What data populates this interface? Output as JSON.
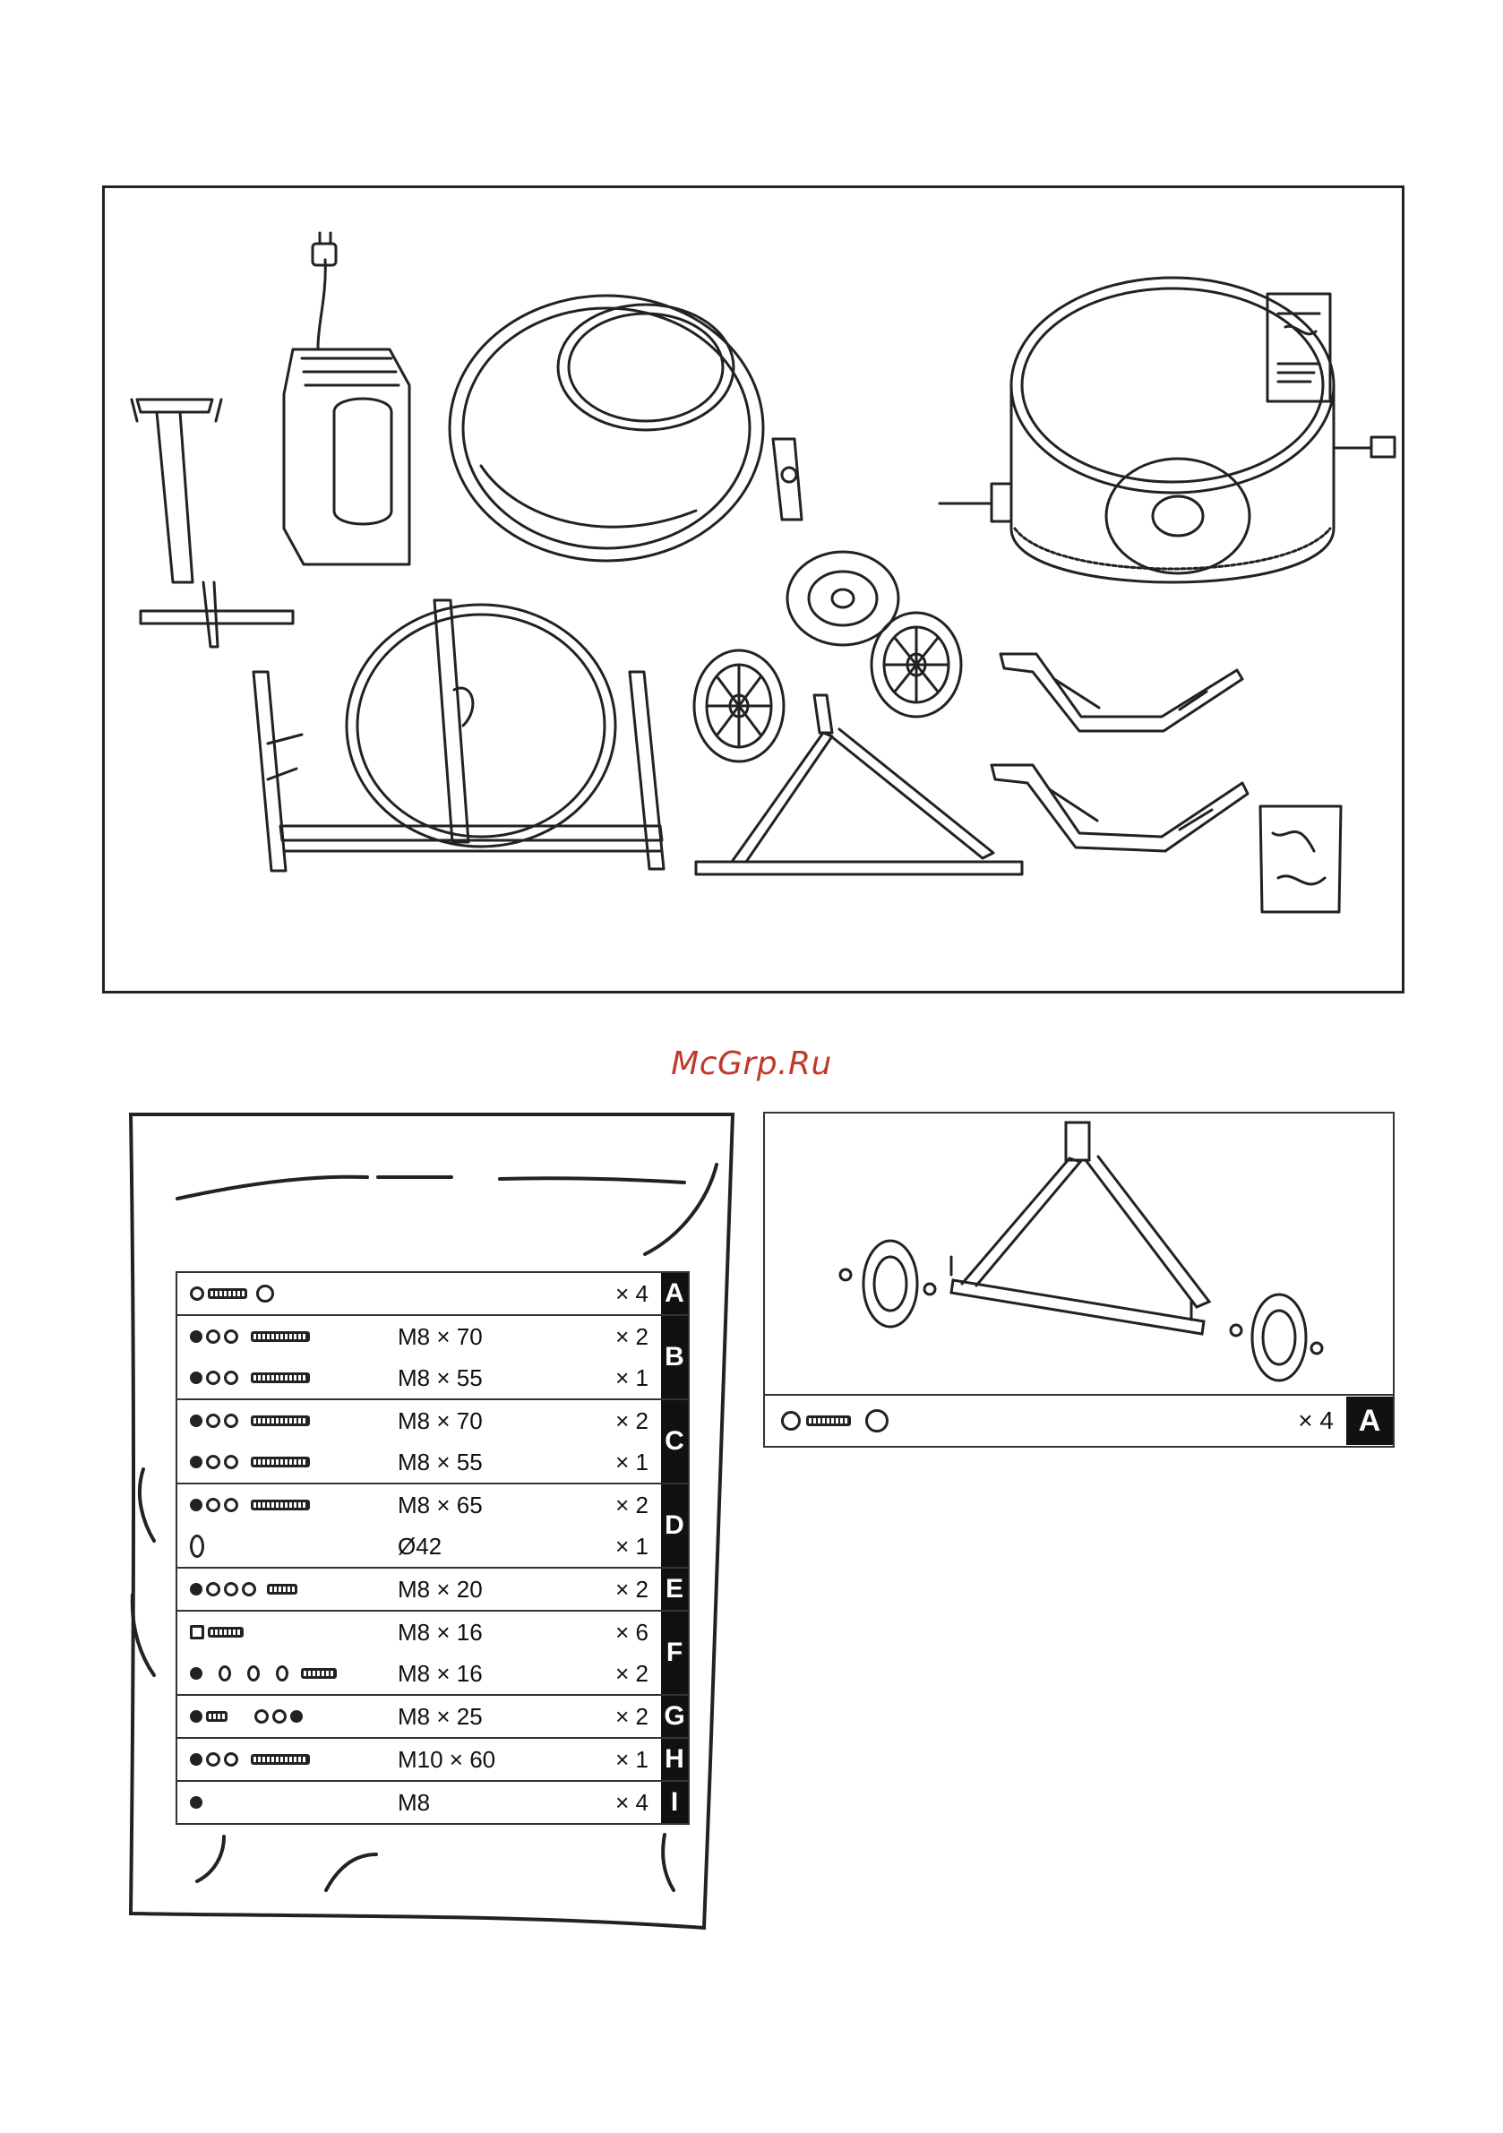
{
  "watermark": "McGrp.Ru",
  "assembly": {
    "qty": "× 4",
    "letter": "A"
  },
  "hardware": [
    {
      "letter": "A",
      "rows": [
        {
          "size": "",
          "qty": "× 4",
          "icon": "pin-with-washer-icon"
        }
      ]
    },
    {
      "letter": "B",
      "rows": [
        {
          "size": "M8 × 70",
          "qty": "× 2",
          "icon": "nut-washers-bolt-icon"
        },
        {
          "size": "M8 × 55",
          "qty": "× 1",
          "icon": "nut-washers-bolt-icon"
        }
      ]
    },
    {
      "letter": "C",
      "rows": [
        {
          "size": "M8 × 70",
          "qty": "× 2",
          "icon": "nut-washers-bolt-icon"
        },
        {
          "size": "M8 × 55",
          "qty": "× 1",
          "icon": "nut-washers-bolt-icon"
        }
      ]
    },
    {
      "letter": "D",
      "rows": [
        {
          "size": "M8 × 65",
          "qty": "× 2",
          "icon": "nut-washers-bolt-icon"
        },
        {
          "size": "Ø42",
          "qty": "× 1",
          "icon": "ring-icon"
        }
      ]
    },
    {
      "letter": "E",
      "rows": [
        {
          "size": "M8 × 20",
          "qty": "× 2",
          "icon": "nut-washers-short-bolt-icon"
        }
      ]
    },
    {
      "letter": "F",
      "rows": [
        {
          "size": "M8 × 16",
          "qty": "× 6",
          "icon": "hex-bolt-icon"
        },
        {
          "size": "M8 × 16",
          "qty": "× 2",
          "icon": "nut-washers-screw-icon"
        }
      ]
    },
    {
      "letter": "G",
      "rows": [
        {
          "size": "M8 × 25",
          "qty": "× 2",
          "icon": "bolt-washers-icon"
        }
      ]
    },
    {
      "letter": "H",
      "rows": [
        {
          "size": "M10 × 60",
          "qty": "× 1",
          "icon": "nut-washers-bolt-icon"
        }
      ]
    },
    {
      "letter": "I",
      "rows": [
        {
          "size": "M8",
          "qty": "× 4",
          "icon": "nut-icon"
        }
      ]
    }
  ]
}
